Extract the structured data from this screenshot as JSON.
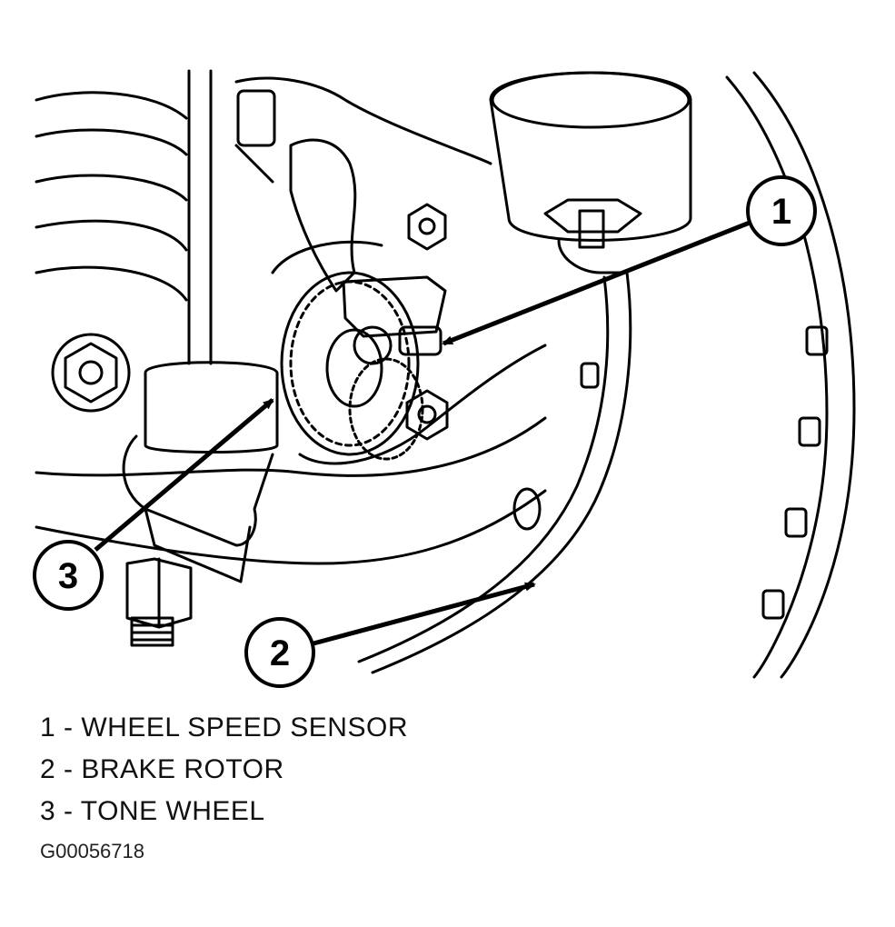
{
  "callouts": [
    {
      "number": "1",
      "text": "WHEEL SPEED SENSOR"
    },
    {
      "number": "2",
      "text": "BRAKE ROTOR"
    },
    {
      "number": "3",
      "text": "TONE WHEEL"
    }
  ],
  "legend": [
    "1 - WHEEL SPEED SENSOR",
    "2 - BRAKE ROTOR",
    "3 - TONE WHEEL"
  ],
  "figure_id": "G00056718"
}
